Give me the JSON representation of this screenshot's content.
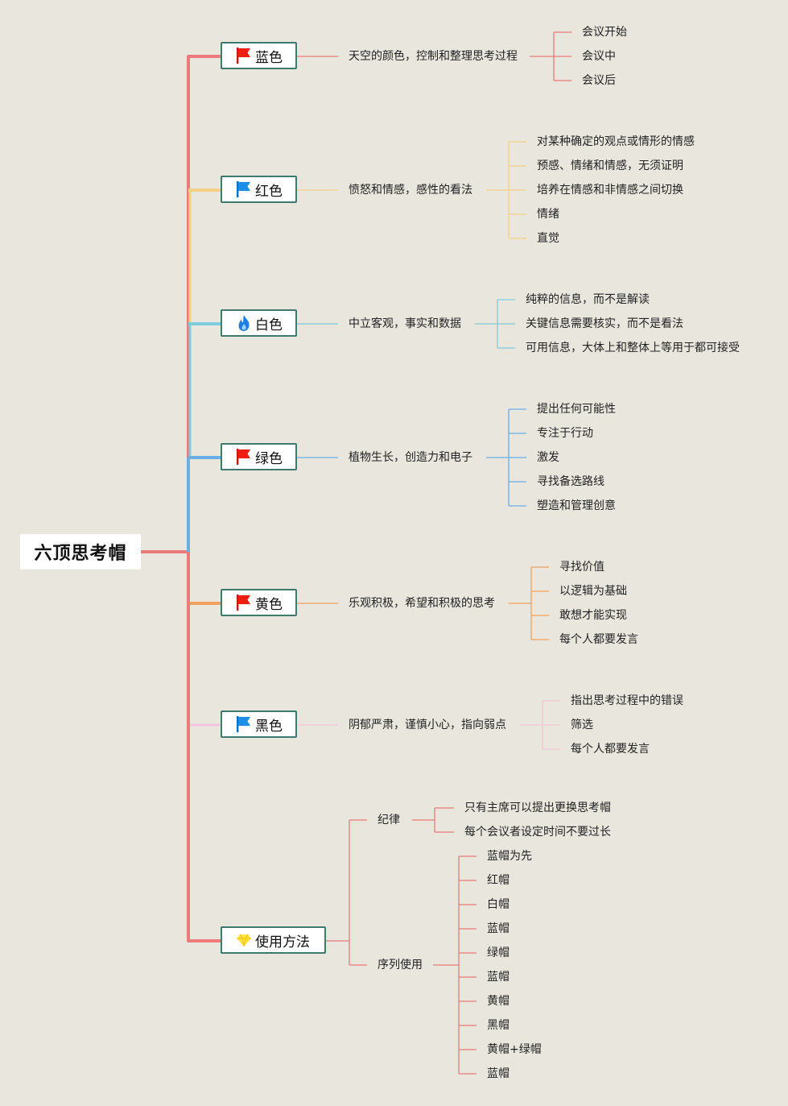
{
  "root": {
    "title": "六顶思考帽"
  },
  "colors": {
    "blue_hat": "#ec7a7a",
    "red_hat": "#f5cf86",
    "white_hat": "#7fcbe0",
    "green_hat": "#6aaee6",
    "yellow_hat": "#f0a15d",
    "black_hat": "#f4c3dd",
    "usage": "#ec7a7a",
    "node_border": "#3f7a6f",
    "background": "#e9e6dd"
  },
  "branches": [
    {
      "label": "蓝色",
      "icon": "red-flag-icon",
      "desc": "天空的颜色，控制和整理思考过程",
      "items": [
        "会议开始",
        "会议中",
        "会议后"
      ]
    },
    {
      "label": "红色",
      "icon": "blue-flag-icon",
      "desc": "愤怒和情感，感性的看法",
      "items": [
        "对某种确定的观点或情形的情感",
        "预感、情绪和情感，无须证明",
        "培养在情感和非情感之间切换",
        "情绪",
        "直觉"
      ]
    },
    {
      "label": "白色",
      "icon": "fire-icon",
      "desc": "中立客观，事实和数据",
      "items": [
        "纯粹的信息，而不是解读",
        "关键信息需要核实，而不是看法",
        "可用信息，大体上和整体上等用于都可接受"
      ]
    },
    {
      "label": "绿色",
      "icon": "red-flag-icon",
      "desc": "植物生长，创造力和电子",
      "items": [
        "提出任何可能性",
        "专注于行动",
        "激发",
        "寻找备选路线",
        "塑造和管理创意"
      ]
    },
    {
      "label": "黄色",
      "icon": "red-flag-icon",
      "desc": "乐观积极，希望和积极的思考",
      "items": [
        "寻找价值",
        "以逻辑为基础",
        "敢想才能实现",
        "每个人都要发言"
      ]
    },
    {
      "label": "黑色",
      "icon": "blue-flag-icon",
      "desc": "阴郁严肃，谨慎小心，指向弱点",
      "items": [
        "指出思考过程中的错误",
        "筛选",
        "每个人都要发言"
      ]
    }
  ],
  "usage": {
    "label": "使用方法",
    "icon": "diamond-icon",
    "discipline": {
      "label": "纪律",
      "items": [
        "只有主席可以提出更换思考帽",
        "每个会议者设定时间不要过长"
      ]
    },
    "sequence": {
      "label": "序列使用",
      "items": [
        "蓝帽为先",
        "红帽",
        "白帽",
        "蓝帽",
        "绿帽",
        "蓝帽",
        "黄帽",
        "黑帽",
        "黄帽+绿帽",
        "蓝帽"
      ]
    }
  }
}
